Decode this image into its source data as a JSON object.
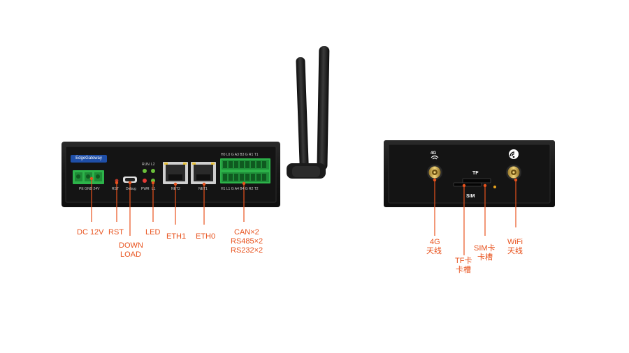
{
  "front": {
    "brand_label": "EdgeGateway",
    "port_labels": {
      "power": "PE GND 24V",
      "rst": "RST",
      "debug": "Debug",
      "run": "RUN",
      "l2": "L2",
      "pwr": "PWR",
      "l1": "L1",
      "net2": "NET2",
      "net1": "NET1",
      "terminal_top": "H0 L0  G  A3 B3  G  R1  T1",
      "terminal_bottom": "H1 L1  G  A4 B4  G  R2  T2"
    },
    "callouts": {
      "dc": "DC 12V",
      "rst": "RST",
      "download_1": "DOWN",
      "download_2": "LOAD",
      "led": "LED",
      "eth1": "ETH1",
      "eth0": "ETH0",
      "can_1": "CAN×2",
      "can_2": "RS485×2",
      "can_3": "RS232×2"
    }
  },
  "back": {
    "tf_label": "TF",
    "sim_label": "SIM",
    "icon_4g": "4G",
    "callouts": {
      "ant4g_1": "4G",
      "ant4g_2": "天线",
      "tf_1": "TF卡",
      "tf_2": "卡槽",
      "sim_1": "SIM卡",
      "sim_2": "卡槽",
      "wifi_1": "WiFi",
      "wifi_2": "天线"
    }
  },
  "colors": {
    "accent": "#e8521d",
    "device_body": "#1a1a1a",
    "terminal_green": "#2db34a",
    "brand_blue": "#1f4fa8"
  },
  "icons": [
    "antenna-icon",
    "wifi-icon",
    "4g-icon",
    "ethernet-port-icon",
    "led-icon"
  ]
}
